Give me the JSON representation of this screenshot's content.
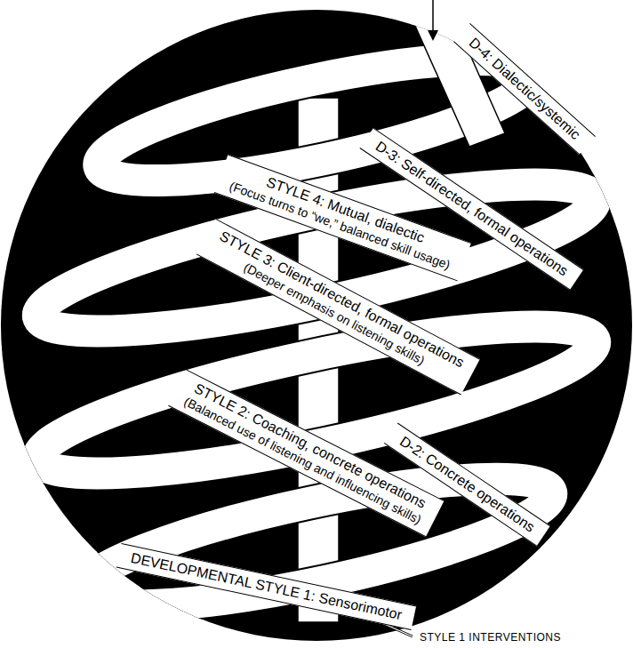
{
  "diagram": {
    "nodes": [
      {
        "text": [
          "D-4: Dialectic/systemic"
        ]
      },
      {
        "text": [
          "STYLE 4: Mutual, dialectic",
          "(Focus turns to “we,” balanced skill usage)"
        ]
      },
      {
        "text": [
          "D-3: Self-directed, formal operations"
        ]
      },
      {
        "text": [
          "STYLE 3: Client-directed, formal operations",
          "(Deeper emphasis on listening skills)"
        ]
      },
      {
        "text": [
          "D-2: Concrete operations"
        ]
      },
      {
        "text": [
          "STYLE 2: Coaching, concrete operations",
          "(Balanced use of listening and influencing skills)"
        ]
      },
      {
        "text": [
          "DEVELOPMENTAL STYLE 1: Sensorimotor"
        ]
      }
    ],
    "labels": [
      "STYLE 1 INTERVENTIONS"
    ]
  }
}
